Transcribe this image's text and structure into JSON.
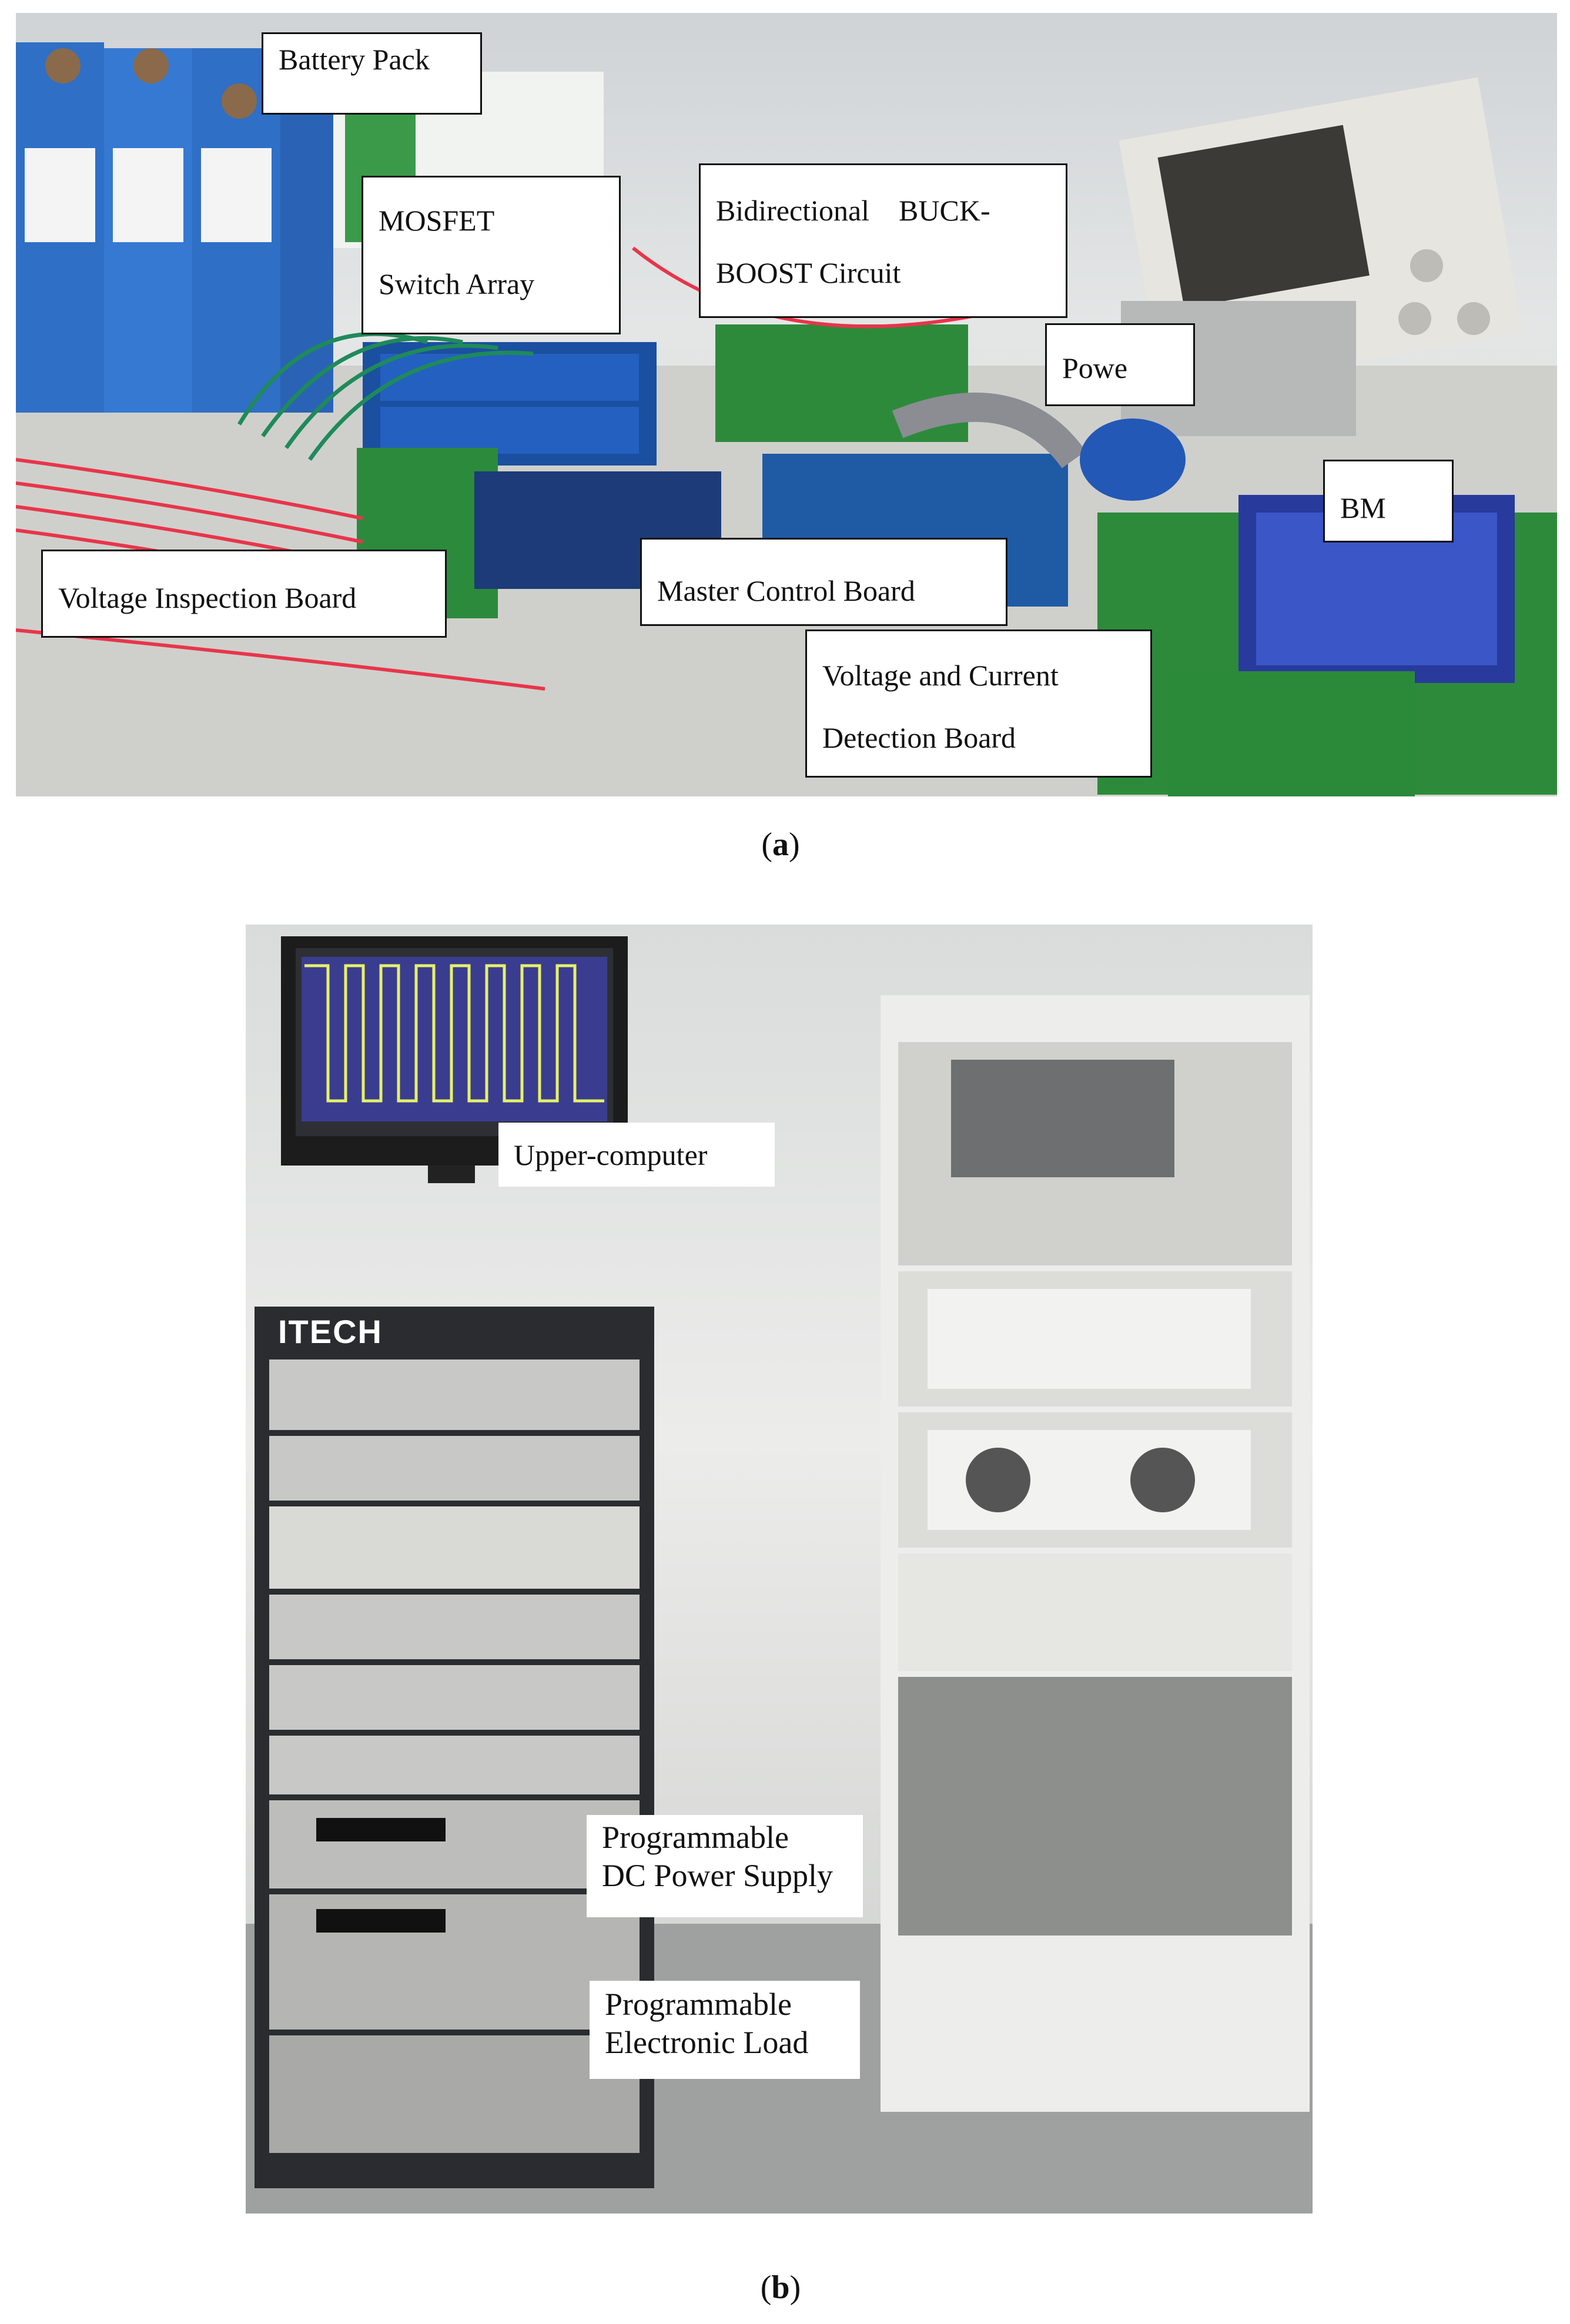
{
  "figure": {
    "panel_a": {
      "caption_letter": "a",
      "labels": {
        "battery_pack": "Battery Pack",
        "mosfet_line1": "MOSFET",
        "mosfet_line2": "Switch Array",
        "buck_line1": "Bidirectional    BUCK-",
        "buck_line2": "BOOST Circuit",
        "power": "Powe",
        "bm": "BM",
        "voltage_inspection": "Voltage Inspection Board",
        "master_control": "Master Control Board",
        "vc_line1": "Voltage and Current",
        "vc_line2": "Detection Board"
      }
    },
    "panel_b": {
      "caption_letter": "b",
      "labels": {
        "upper_computer": "Upper-computer",
        "dc_line1": "Programmable",
        "dc_line2": "DC Power Supply",
        "load_line1": "Programmable",
        "load_line2": "Electronic Load"
      },
      "brand_logo": "ITECH"
    }
  }
}
